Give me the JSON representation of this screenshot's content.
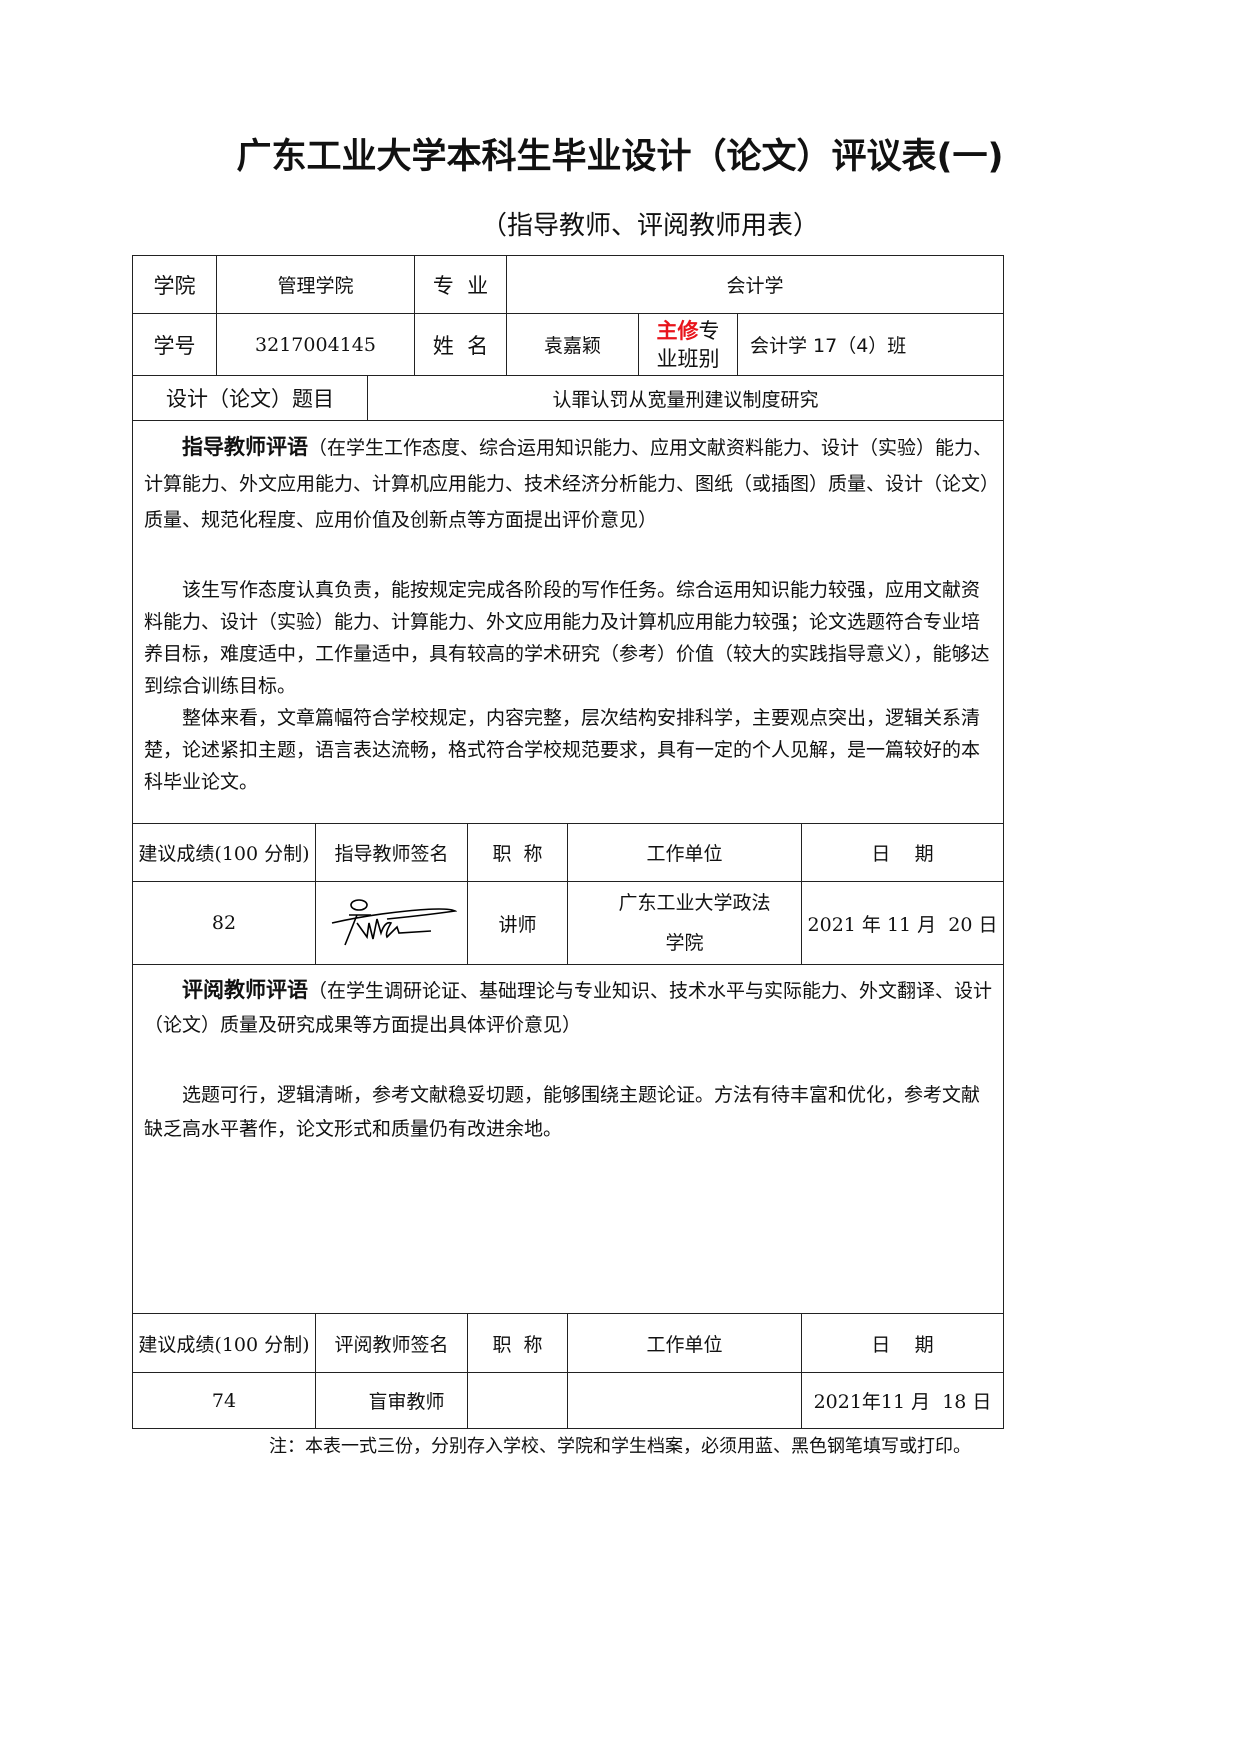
{
  "header": {
    "title": "广东工业大学本科生毕业设计（论文）评议表(一)",
    "subtitle": "（指导教师、评阅教师用表）"
  },
  "student_info": {
    "college_label": "学院",
    "college_value": "管理学院",
    "major_label": "专  业",
    "major_value": "会计学",
    "student_id_label": "学号",
    "student_id_value": "3217004145",
    "name_label": "姓  名",
    "name_value": "袁嘉颖",
    "class_label_red": "主修",
    "class_label_rest1": "专",
    "class_label_rest2": "业班别",
    "class_value": "会计学 17（4）班",
    "thesis_title_label": "设计（论文）题目",
    "thesis_title_value": "认罪认罚从宽量刑建议制度研究"
  },
  "advisor_section": {
    "heading": "指导教师评语",
    "instructions": "（在学生工作态度、综合运用知识能力、应用文献资料能力、设计（实验）能力、计算能力、外文应用能力、计算机应用能力、技术经济分析能力、图纸（或插图）质量、设计（论文）质量、规范化程度、应用价值及创新点等方面提出评价意见）",
    "paragraph1": "该生写作态度认真负责，能按规定完成各阶段的写作任务。综合运用知识能力较强，应用文献资料能力、设计（实验）能力、计算能力、外文应用能力及计算机应用能力较强；论文选题符合专业培养目标，难度适中，工作量适中，具有较高的学术研究（参考）价值（较大的实践指导意义），能够达到综合训练目标。",
    "paragraph2": "整体来看，文章篇幅符合学校规定，内容完整，层次结构安排科学，主要观点突出，逻辑关系清楚，论述紧扣主题，语言表达流畅，格式符合学校规范要求，具有一定的个人见解，是一篇较好的本科毕业论文。",
    "table_headers": {
      "score": "建议成绩(100 分制)",
      "signature": "指导教师签名",
      "title": "职  称",
      "unit": "工作单位",
      "date": "日    期"
    },
    "score": "82",
    "signature_icon": "handwritten-signature",
    "job_title": "讲师",
    "unit_line1": "广东工业大学政法",
    "unit_line2": "学院",
    "date": "2021 年 11 月  20 日"
  },
  "reviewer_section": {
    "heading": "评阅教师评语",
    "instructions": "（在学生调研论证、基础理论与专业知识、技术水平与实际能力、外文翻译、设计（论文）质量及研究成果等方面提出具体评价意见）",
    "paragraph1": "选题可行，逻辑清晰，参考文献稳妥切题，能够围绕主题论证。方法有待丰富和优化，参考文献缺乏高水平著作，论文形式和质量仍有改进余地。",
    "table_headers": {
      "score": "建议成绩(100 分制)",
      "signature": "评阅教师签名",
      "title": "职  称",
      "unit": "工作单位",
      "date": "日    期"
    },
    "score": "74",
    "signature": "盲审教师",
    "job_title": "",
    "unit": "",
    "date": "2021年11 月  18 日"
  },
  "footer": {
    "note": "注：本表一式三份，分别存入学校、学院和学生档案，必须用蓝、黑色钢笔填写或打印。"
  },
  "colors": {
    "accent_red": "#e8141b",
    "border": "#222222"
  }
}
